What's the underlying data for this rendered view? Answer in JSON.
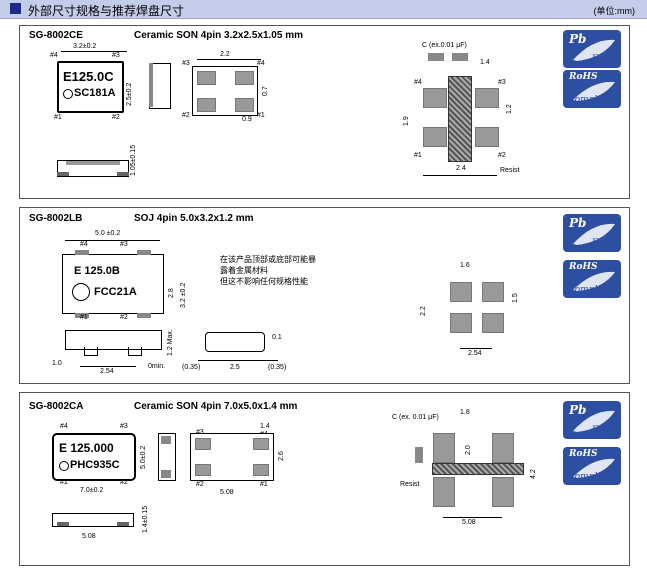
{
  "header": {
    "title": "外部尺寸规格与推荐焊盘尺寸",
    "unit": "(单位:mm)"
  },
  "logos": {
    "pb_top": "Pb",
    "pb_bottom": "Free",
    "rohs_top": "RoHS",
    "rohs_bottom": "Compliant"
  },
  "panels": [
    {
      "model": "SG-8002CE",
      "desc": "Ceramic SON 4pin 3.2x2.5x1.05 mm",
      "marking1": "E125.0C",
      "marking2": "SC181A",
      "dims": {
        "w": "3.2±0.2",
        "h": "2.5±0.2",
        "t": "1.05±0.15",
        "pad_gap": "2.2",
        "pad_h": "0.7",
        "pad_w": "0.9",
        "land_top": "1.4",
        "land_h": "1.2",
        "land_v": "1.9",
        "land_w": "2.4"
      },
      "cap": "C (ex.0.01 μF)",
      "resist": "Resist",
      "pins": {
        "p1": "#1",
        "p2": "#2",
        "p3": "#3",
        "p4": "#4"
      }
    },
    {
      "model": "SG-8002LB",
      "desc": "SOJ 4pin 5.0x3.2x1.2 mm",
      "marking1": "E 125.0B",
      "marking2": "FCC21A",
      "dims": {
        "w": "5.0 ±0.2",
        "h": "3.2 ±0.2",
        "lead": "2.8",
        "t": "1.2 Max.",
        "pitch": "2.54",
        "a": "1.0",
        "omin": "0min.",
        "side1": "(0.35)",
        "side2": "2.5",
        "side3": "(0.35)",
        "s": "0.1",
        "land_w": "1.6",
        "land_h": "1.5",
        "land_v": "2.2",
        "land_pitch": "2.54"
      },
      "note": [
        "在该产品顶部或底部可能暴",
        "露着金属材料",
        "但这不影响任何规格性能"
      ],
      "pins": {
        "p1": "#1",
        "p2": "#2",
        "p3": "#3",
        "p4": "#4"
      }
    },
    {
      "model": "SG-8002CA",
      "desc": "Ceramic SON 4pin 7.0x5.0x1.4 mm",
      "marking1": "E 125.000",
      "marking2": "PHC935C",
      "dims": {
        "w": "7.0±0.2",
        "h": "5.0±0.2",
        "t": "1.4±0.15",
        "pitch": "5.08",
        "pad_w": "1.4",
        "pad_h": "2.6",
        "land_w": "1.8",
        "land_h": "2.0",
        "land_v": "4.2",
        "land_pitch": "5.08"
      },
      "cap": "C\n(ex. 0.01 μF)",
      "resist": "Resist",
      "pins": {
        "p1": "#1",
        "p2": "#2",
        "p3": "#3",
        "p4": "#4"
      }
    }
  ]
}
